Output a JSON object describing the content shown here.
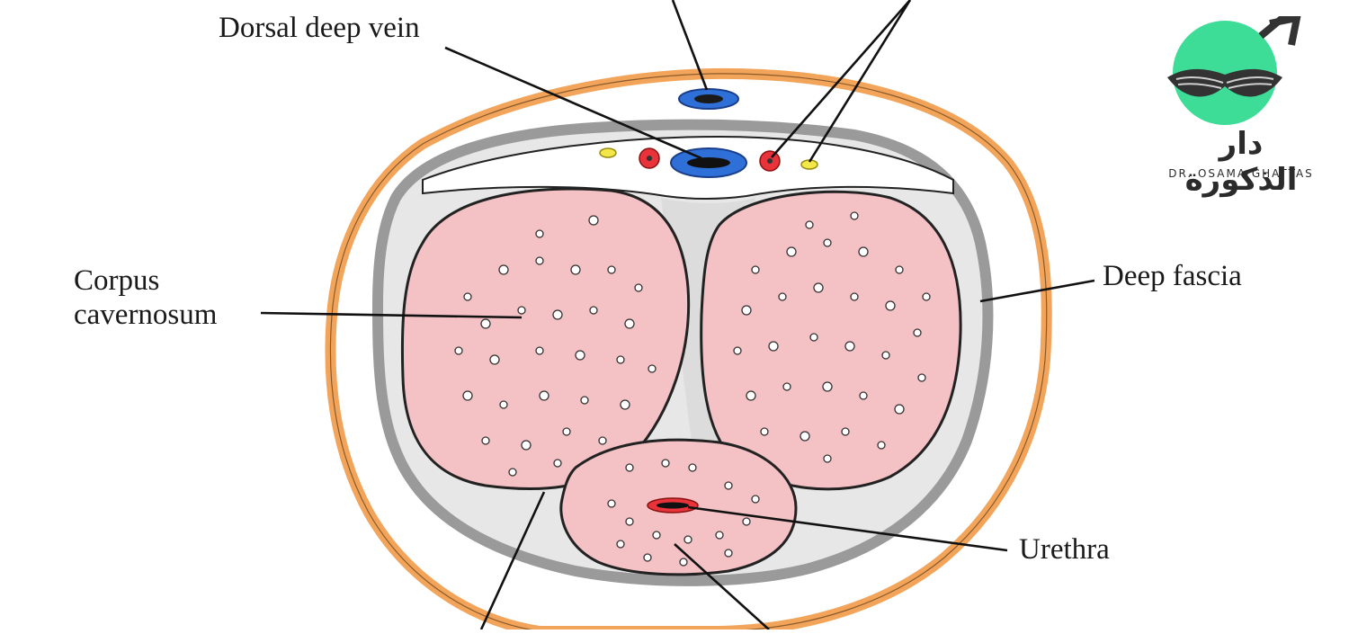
{
  "labels": {
    "dorsal_deep_vein": "Dorsal deep vein",
    "corpus_line1": "Corpus",
    "corpus_line2": "cavernosum",
    "deep_fascia": "Deep fascia",
    "urethra": "Urethra"
  },
  "logo": {
    "arabic": "دار الذكورة",
    "english": "DR. OSAMA GHATTAS",
    "mint_color": "#3ddc97",
    "dark_color": "#333333"
  },
  "colors": {
    "skin": "#f2a55a",
    "fascia": "#9a9a9a",
    "tissue": "#f4c1c4",
    "septum": "#e3e3e3",
    "vein": "#2f6fd8",
    "artery": "#e8333a",
    "nerve": "#f2e84a"
  }
}
